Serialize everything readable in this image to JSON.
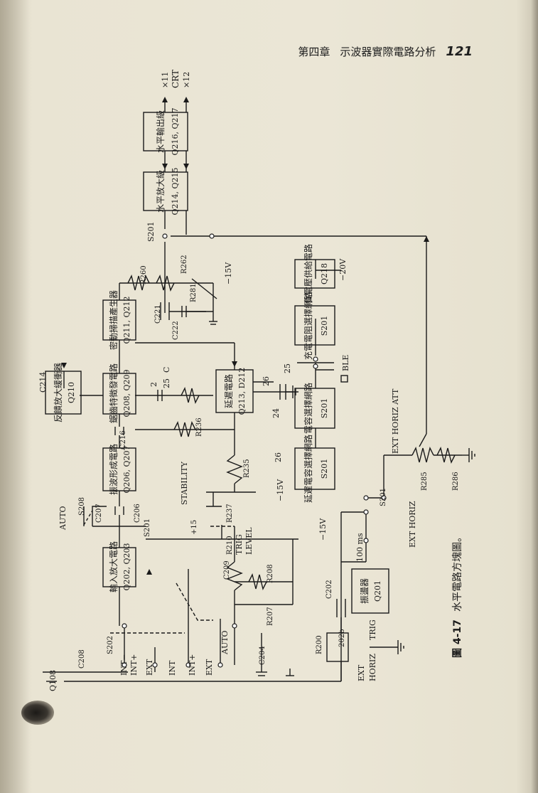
{
  "header": {
    "chapter": "第四章",
    "title": "示波器實際電路分析",
    "page_number": "121"
  },
  "caption": {
    "number": "圖 4-17",
    "text": "水平電路方塊圖。"
  },
  "blocks": {
    "input_amp": "輸入放大電路",
    "input_amp_q": "Q202, Q203",
    "wave_shaper": "振波形成電路",
    "wave_shaper_q": "Q206, Q207",
    "sync_gen": "鋸齒特徵發電路",
    "sync_gen_q": "Q208, Q209",
    "sweep_gen": "密動掃描產生器",
    "sweep_gen_q": "Q211, Q212",
    "feedback_amp": "反饋放大緩衝器",
    "feedback_amp_q": "Q210",
    "horiz_amp": "水平放大級",
    "horiz_amp_q": "Q214, Q215",
    "horiz_out": "水平輸出級",
    "horiz_out_q": "Q216, Q217",
    "delay_gate": "延遲電路",
    "delay_gate_q": "Q213, D212",
    "delay_cap_net": "延遲電容選擇網路",
    "delay_cap_net_s": "S201",
    "cap_net": "電容選擇網路",
    "cap_net_s": "S201",
    "res_net": "充電電阻選擇網路",
    "res_net_s": "S201",
    "neg_supply": "負電壓供給電路",
    "neg_supply_q": "Q218",
    "osc": "振盪器",
    "osc_q": "Q201"
  },
  "labels": {
    "x11": "×11",
    "crt": "CRT",
    "x12": "×12",
    "q108": "Q108",
    "c208": "C208",
    "int_minus": "INT−",
    "int_plus": "INT+",
    "ext": "EXT",
    "int": "INT",
    "int_plus2": "INT+",
    "ext2": "EXT",
    "auto": "AUTO",
    "s202": "S202",
    "c204": "C204",
    "auto_top": "AUTO",
    "s208": "S208",
    "c207": "C207",
    "c206": "C206",
    "s201": "S201",
    "c216": "C216",
    "r210": "R210",
    "trig": "TRIG",
    "level": "LEVEL",
    "plus15": "+15",
    "c209": "C209",
    "r208": "R208",
    "r207": "R207",
    "stability": "STABILITY",
    "r237": "R237",
    "r235": "R235",
    "r236": "R236",
    "minus15v_a": "−15V",
    "minus15v_b": "−15V",
    "minus15v_c": "−15V",
    "minus20v": "−20V",
    "r200": "R200",
    "c202": "C202",
    "ms100": "100 ms",
    "r202b": "202b",
    "ext_horiz_trig_1": "EXT",
    "ext_horiz_trig_2": "HORIZ",
    "ext_horiz_trig_3": "TRIG",
    "s201_b": "S201",
    "ext_horiz": "EXT HORIZ",
    "ext_horiz_att": "EXT HORIZ ATT",
    "r285": "R285",
    "r286": "R286",
    "c221": "C221",
    "c222": "C222",
    "r260": "R260",
    "r262": "R262",
    "r281": "R281",
    "s201_top": "S201",
    "n2": "2",
    "c": "C",
    "n25": "25",
    "n26a": "26",
    "n25b": "25",
    "n24": "24",
    "n26b": "26",
    "ble": "BLE",
    "c214": "C214"
  }
}
